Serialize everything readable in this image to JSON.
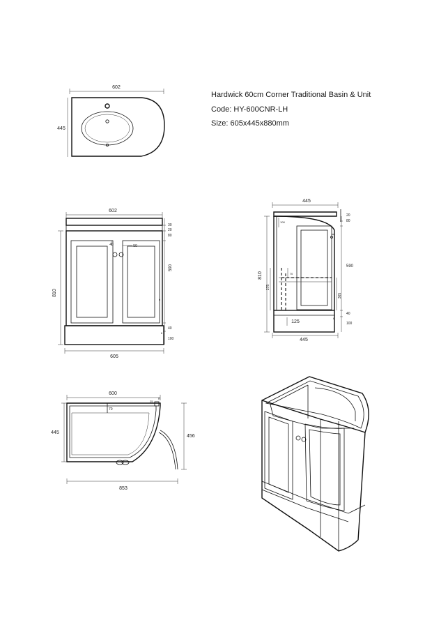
{
  "product": {
    "title": "Hardwick 60cm Corner Traditional Basin & Unit",
    "code": "Code: HY-600CNR-LH",
    "size": "Size: 605x445x880mm"
  },
  "top_view": {
    "width": "602",
    "depth": "445"
  },
  "front_view": {
    "top_width": "602",
    "bottom_width": "605",
    "height": "810",
    "right_dims": [
      "30",
      "20",
      "80",
      "590",
      "40",
      "100"
    ],
    "handle_offset": "40",
    "handle_gap": "50",
    "tiny_label_a": "6",
    "tiny_label_b": "6"
  },
  "side_view": {
    "top_width": "445",
    "bottom_width": "445",
    "height": "810",
    "inner_height": "275",
    "inner_label": "108",
    "small_label": "70",
    "right_dims": [
      "20",
      "80",
      "590",
      "365",
      "40",
      "100"
    ],
    "base_label": "125",
    "tiny_label": "6"
  },
  "plan_view": {
    "width": "600",
    "depth": "445",
    "drop_height": "456",
    "total_width": "853",
    "inner_label": "70",
    "corner_label": "25",
    "corner_small": "R"
  }
}
